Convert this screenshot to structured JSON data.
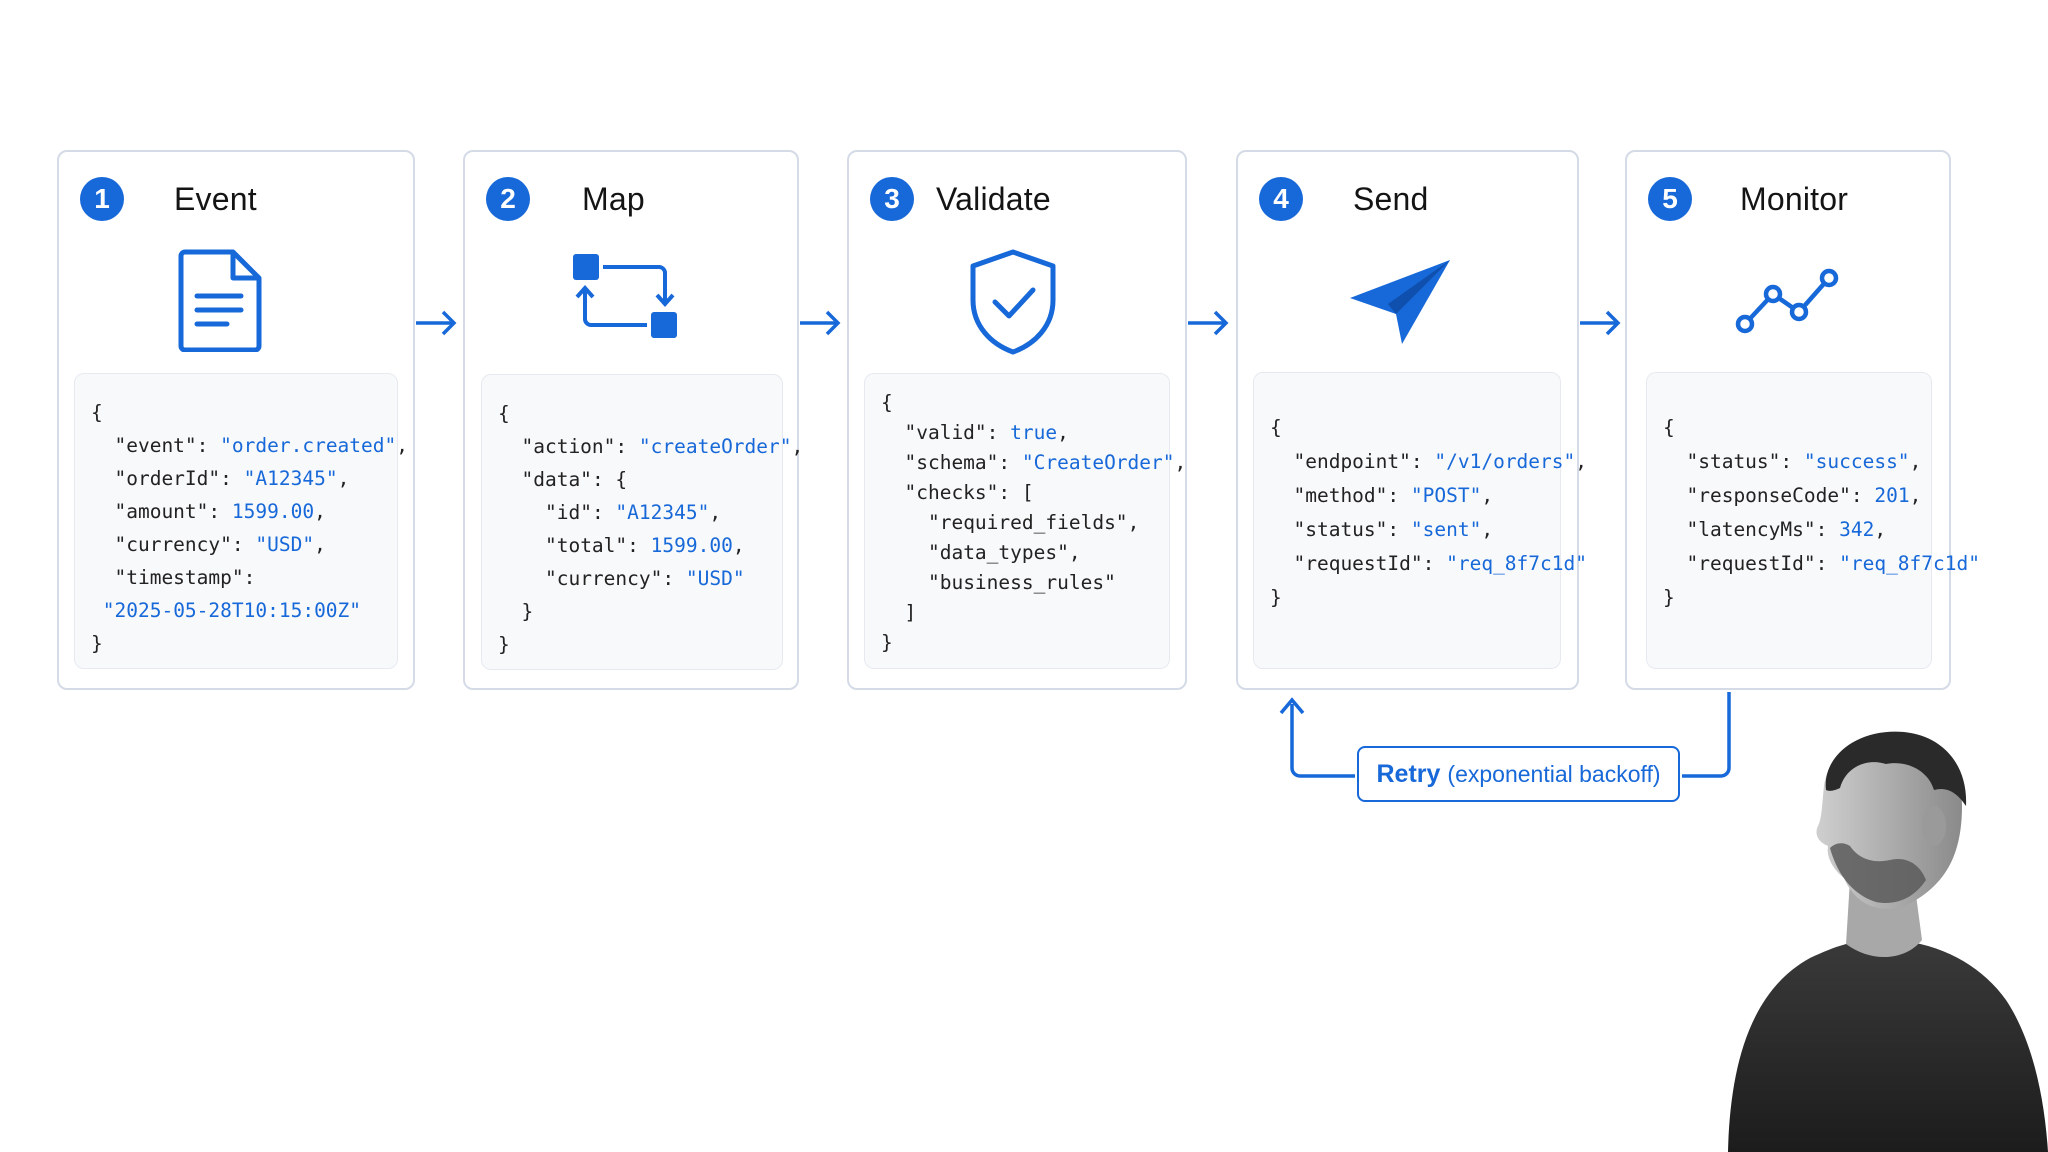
{
  "steps": [
    {
      "number": "1",
      "title": "Event",
      "icon": "document-icon",
      "code": [
        [
          {
            "t": "p",
            "s": "{"
          }
        ],
        [
          {
            "t": "p",
            "s": "  "
          },
          {
            "t": "k",
            "s": "\"event\""
          },
          {
            "t": "p",
            "s": ": "
          },
          {
            "t": "v",
            "s": "\"order.created\""
          },
          {
            "t": "p",
            "s": ","
          }
        ],
        [
          {
            "t": "p",
            "s": "  "
          },
          {
            "t": "k",
            "s": "\"orderId\""
          },
          {
            "t": "p",
            "s": ": "
          },
          {
            "t": "v",
            "s": "\"A12345\""
          },
          {
            "t": "p",
            "s": ","
          }
        ],
        [
          {
            "t": "p",
            "s": "  "
          },
          {
            "t": "k",
            "s": "\"amount\""
          },
          {
            "t": "p",
            "s": ": "
          },
          {
            "t": "v",
            "s": "1599.00"
          },
          {
            "t": "p",
            "s": ","
          }
        ],
        [
          {
            "t": "p",
            "s": "  "
          },
          {
            "t": "k",
            "s": "\"currency\""
          },
          {
            "t": "p",
            "s": ": "
          },
          {
            "t": "v",
            "s": "\"USD\""
          },
          {
            "t": "p",
            "s": ","
          }
        ],
        [
          {
            "t": "p",
            "s": "  "
          },
          {
            "t": "k",
            "s": "\"timestamp\""
          },
          {
            "t": "p",
            "s": ":"
          }
        ],
        [
          {
            "t": "p",
            "s": " "
          },
          {
            "t": "v",
            "s": "\"2025-05-28T10:15:00Z\""
          }
        ],
        [
          {
            "t": "p",
            "s": "}"
          }
        ]
      ]
    },
    {
      "number": "2",
      "title": "Map",
      "icon": "transform-arrows-icon",
      "code": [
        [
          {
            "t": "p",
            "s": "{"
          }
        ],
        [
          {
            "t": "p",
            "s": "  "
          },
          {
            "t": "k",
            "s": "\"action\""
          },
          {
            "t": "p",
            "s": ": "
          },
          {
            "t": "v",
            "s": "\"createOrder\""
          },
          {
            "t": "p",
            "s": ","
          }
        ],
        [
          {
            "t": "p",
            "s": "  "
          },
          {
            "t": "k",
            "s": "\"data\""
          },
          {
            "t": "p",
            "s": ": {"
          }
        ],
        [
          {
            "t": "p",
            "s": "    "
          },
          {
            "t": "k",
            "s": "\"id\""
          },
          {
            "t": "p",
            "s": ": "
          },
          {
            "t": "v",
            "s": "\"A12345\""
          },
          {
            "t": "p",
            "s": ","
          }
        ],
        [
          {
            "t": "p",
            "s": "    "
          },
          {
            "t": "k",
            "s": "\"total\""
          },
          {
            "t": "p",
            "s": ": "
          },
          {
            "t": "v",
            "s": "1599.00"
          },
          {
            "t": "p",
            "s": ","
          }
        ],
        [
          {
            "t": "p",
            "s": "    "
          },
          {
            "t": "k",
            "s": "\"currency\""
          },
          {
            "t": "p",
            "s": ": "
          },
          {
            "t": "v",
            "s": "\"USD\""
          }
        ],
        [
          {
            "t": "p",
            "s": "  }"
          }
        ],
        [
          {
            "t": "p",
            "s": "}"
          }
        ]
      ]
    },
    {
      "number": "3",
      "title": "Validate",
      "icon": "shield-check-icon",
      "code": [
        [
          {
            "t": "p",
            "s": "{"
          }
        ],
        [
          {
            "t": "p",
            "s": "  "
          },
          {
            "t": "k",
            "s": "\"valid\""
          },
          {
            "t": "p",
            "s": ": "
          },
          {
            "t": "v",
            "s": "true"
          },
          {
            "t": "p",
            "s": ","
          }
        ],
        [
          {
            "t": "p",
            "s": "  "
          },
          {
            "t": "k",
            "s": "\"schema\""
          },
          {
            "t": "p",
            "s": ": "
          },
          {
            "t": "v",
            "s": "\"CreateOrder\""
          },
          {
            "t": "p",
            "s": ","
          }
        ],
        [
          {
            "t": "p",
            "s": "  "
          },
          {
            "t": "k",
            "s": "\"checks\""
          },
          {
            "t": "p",
            "s": ": ["
          }
        ],
        [
          {
            "t": "p",
            "s": "    "
          },
          {
            "t": "k",
            "s": "\"required_fields\""
          },
          {
            "t": "p",
            "s": ","
          }
        ],
        [
          {
            "t": "p",
            "s": "    "
          },
          {
            "t": "k",
            "s": "\"data_types\""
          },
          {
            "t": "p",
            "s": ","
          }
        ],
        [
          {
            "t": "p",
            "s": "    "
          },
          {
            "t": "k",
            "s": "\"business_rules\""
          }
        ],
        [
          {
            "t": "p",
            "s": "  ]"
          }
        ],
        [
          {
            "t": "p",
            "s": "}"
          }
        ]
      ]
    },
    {
      "number": "4",
      "title": "Send",
      "icon": "paper-plane-icon",
      "code": [
        [
          {
            "t": "p",
            "s": "{"
          }
        ],
        [
          {
            "t": "p",
            "s": "  "
          },
          {
            "t": "k",
            "s": "\"endpoint\""
          },
          {
            "t": "p",
            "s": ": "
          },
          {
            "t": "v",
            "s": "\"/v1/orders\""
          },
          {
            "t": "p",
            "s": ","
          }
        ],
        [
          {
            "t": "p",
            "s": "  "
          },
          {
            "t": "k",
            "s": "\"method\""
          },
          {
            "t": "p",
            "s": ": "
          },
          {
            "t": "v",
            "s": "\"POST\""
          },
          {
            "t": "p",
            "s": ","
          }
        ],
        [
          {
            "t": "p",
            "s": "  "
          },
          {
            "t": "k",
            "s": "\"status\""
          },
          {
            "t": "p",
            "s": ": "
          },
          {
            "t": "v",
            "s": "\"sent\""
          },
          {
            "t": "p",
            "s": ","
          }
        ],
        [
          {
            "t": "p",
            "s": "  "
          },
          {
            "t": "k",
            "s": "\"requestId\""
          },
          {
            "t": "p",
            "s": ": "
          },
          {
            "t": "v",
            "s": "\"req_8f7c1d\""
          }
        ],
        [
          {
            "t": "p",
            "s": "}"
          }
        ]
      ]
    },
    {
      "number": "5",
      "title": "Monitor",
      "icon": "line-trend-icon",
      "code": [
        [
          {
            "t": "p",
            "s": "{"
          }
        ],
        [
          {
            "t": "p",
            "s": "  "
          },
          {
            "t": "k",
            "s": "\"status\""
          },
          {
            "t": "p",
            "s": ": "
          },
          {
            "t": "v",
            "s": "\"success\""
          },
          {
            "t": "p",
            "s": ","
          }
        ],
        [
          {
            "t": "p",
            "s": "  "
          },
          {
            "t": "k",
            "s": "\"responseCode\""
          },
          {
            "t": "p",
            "s": ": "
          },
          {
            "t": "v",
            "s": "201"
          },
          {
            "t": "p",
            "s": ","
          }
        ],
        [
          {
            "t": "p",
            "s": "  "
          },
          {
            "t": "k",
            "s": "\"latencyMs\""
          },
          {
            "t": "p",
            "s": ": "
          },
          {
            "t": "v",
            "s": "342"
          },
          {
            "t": "p",
            "s": ","
          }
        ],
        [
          {
            "t": "p",
            "s": "  "
          },
          {
            "t": "k",
            "s": "\"requestId\""
          },
          {
            "t": "p",
            "s": ": "
          },
          {
            "t": "v",
            "s": "\"req_8f7c1d\""
          }
        ],
        [
          {
            "t": "p",
            "s": "}"
          }
        ]
      ]
    }
  ],
  "retry": {
    "label_strong": "Retry",
    "label_rest": "(exponential backoff)"
  },
  "colors": {
    "accent": "#1768d8",
    "border": "#d4dbe6",
    "code_bg": "#f8f9fb"
  }
}
